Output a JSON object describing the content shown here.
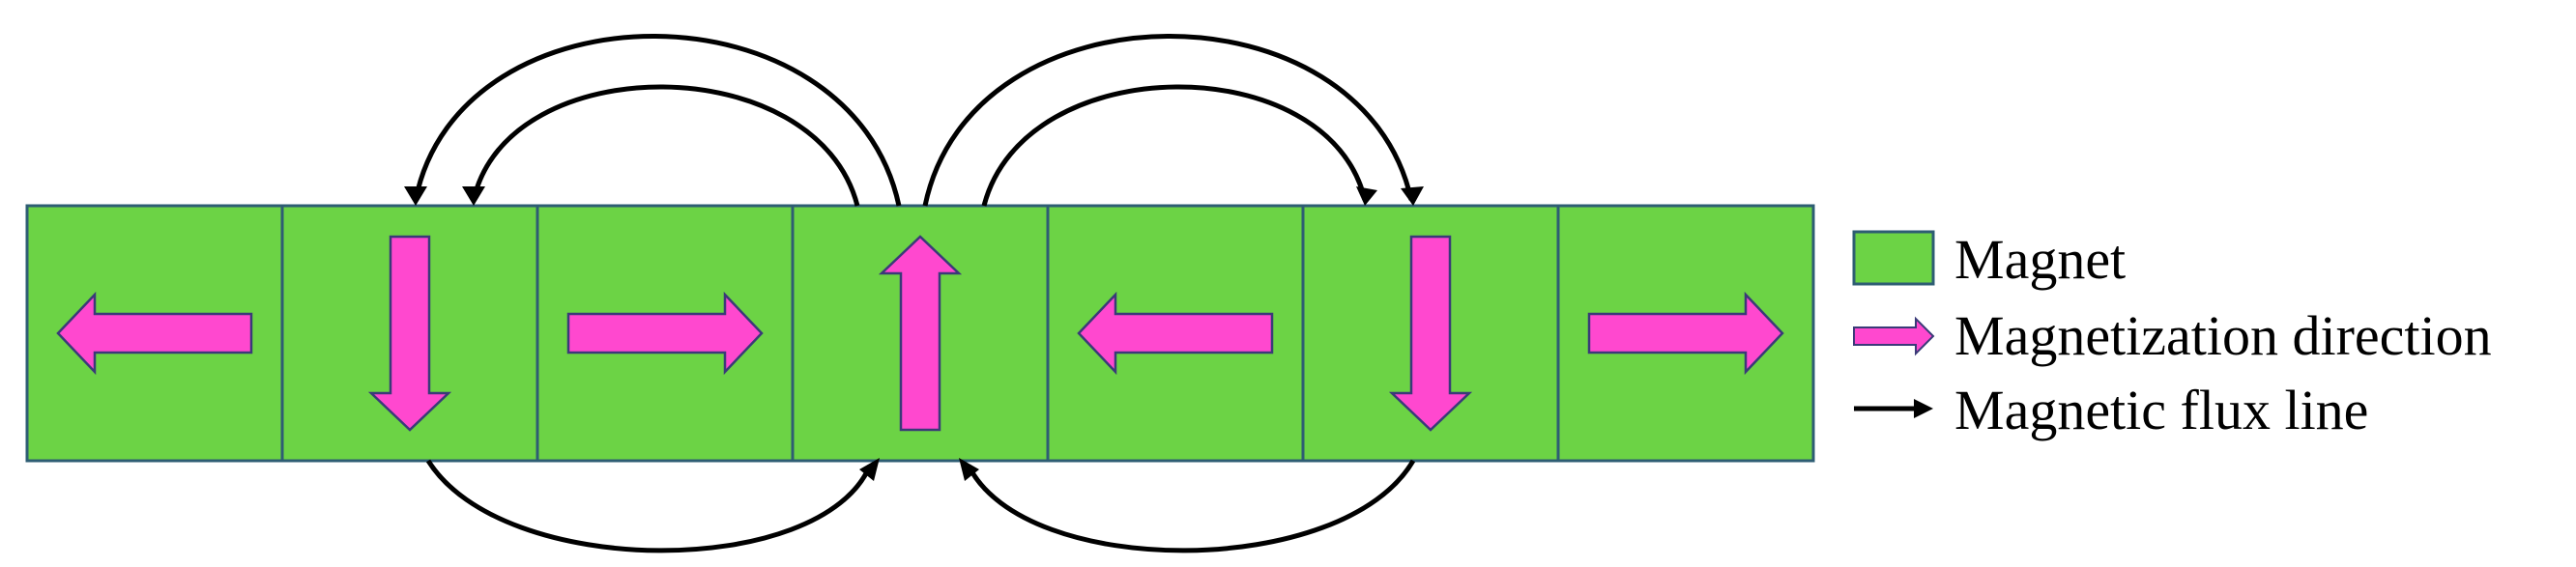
{
  "magnets": [
    {
      "direction": "left"
    },
    {
      "direction": "down"
    },
    {
      "direction": "right"
    },
    {
      "direction": "up"
    },
    {
      "direction": "left"
    },
    {
      "direction": "down"
    },
    {
      "direction": "right"
    }
  ],
  "legend": {
    "magnet_label": "Magnet",
    "magnetization_label": "Magnetization direction",
    "flux_label": "Magnetic flux line"
  },
  "colors": {
    "magnet_fill": "#6cd345",
    "magnet_border": "#2e5d73",
    "arrow_fill": "#ff48cf",
    "arrow_border": "#3a3a78",
    "flux_line": "#000000"
  }
}
